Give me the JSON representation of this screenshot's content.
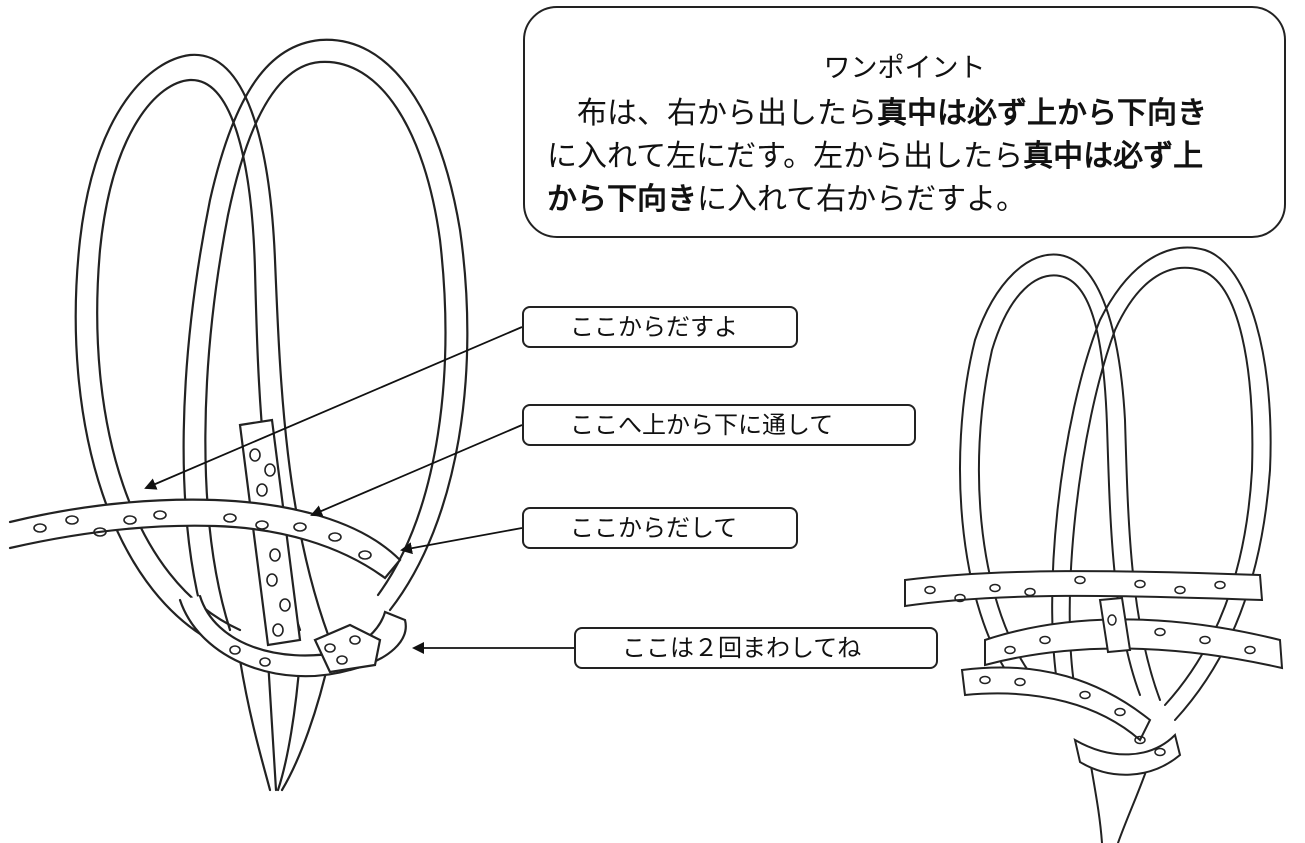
{
  "tip": {
    "title": "ワンポイント",
    "line1_plain": "　布は、右から出したら",
    "line1_bold": "真中は必ず上から下向き",
    "line2_plain": "に入れて左にだす。左から出したら",
    "line2_bold": "真中は必ず上",
    "line3_bold": "から下向き",
    "line3_plain": "に入れて右からだすよ。"
  },
  "callouts": [
    {
      "label": "ここからだすよ"
    },
    {
      "label": "ここへ上から下に通して"
    },
    {
      "label": "ここからだして"
    },
    {
      "label": "ここは２回まわしてね"
    }
  ],
  "colors": {
    "stroke": "#222222",
    "cord_fill": "#ffffff",
    "background": "#ffffff"
  }
}
